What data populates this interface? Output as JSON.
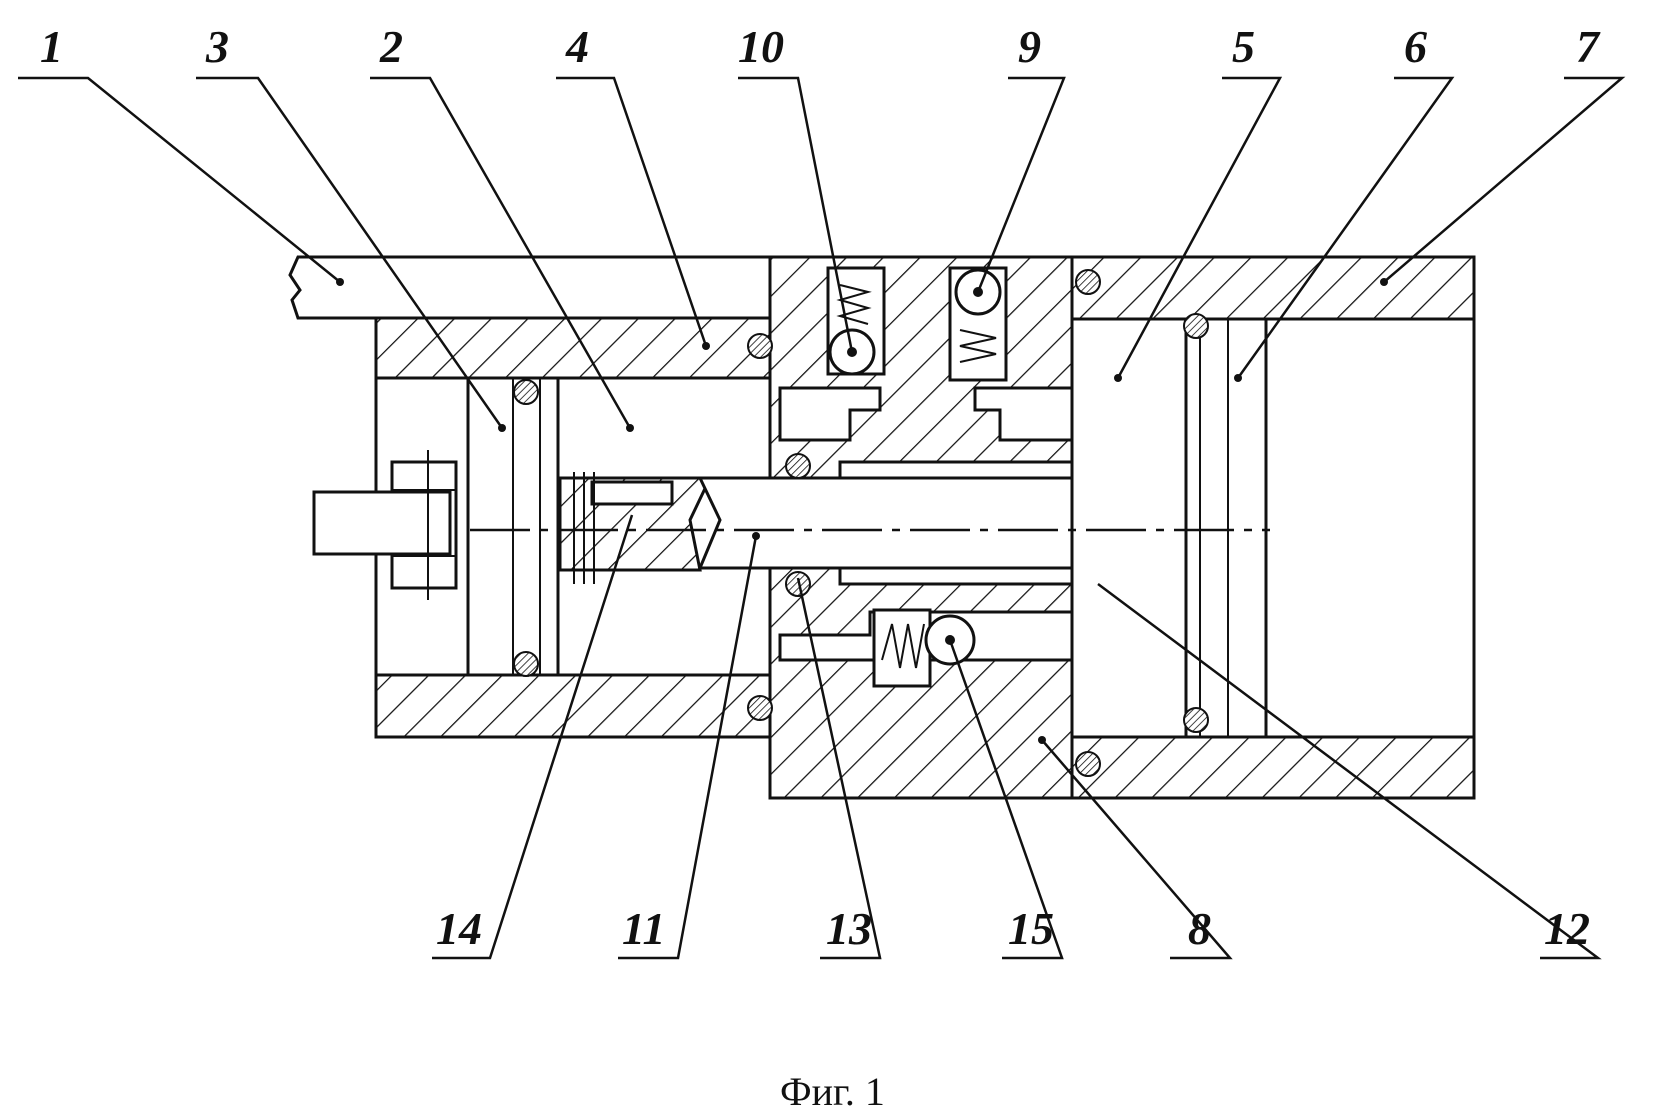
{
  "figure": {
    "caption": "Фиг. 1",
    "labels": {
      "l1": "1",
      "l2": "2",
      "l3": "3",
      "l4": "4",
      "l5": "5",
      "l6": "6",
      "l7": "7",
      "l8": "8",
      "l9": "9",
      "l10": "10",
      "l11": "11",
      "l12": "12",
      "l13": "13",
      "l14": "14",
      "l15": "15"
    }
  }
}
